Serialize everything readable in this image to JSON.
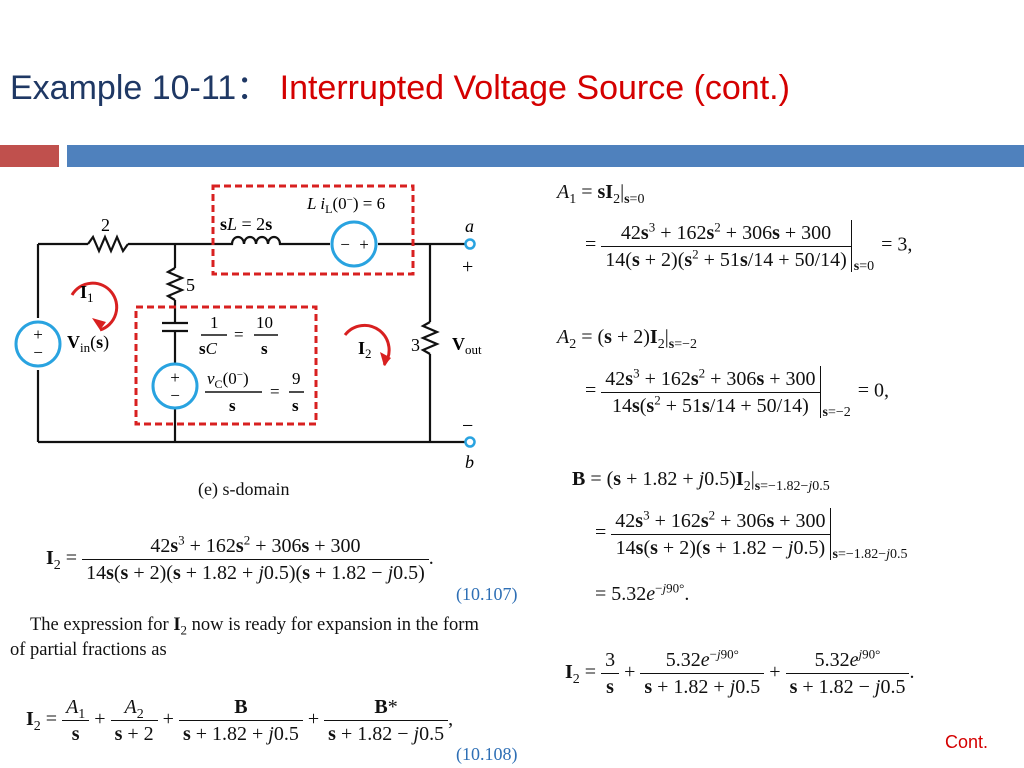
{
  "title": {
    "prefix": "Example 10-11：",
    "main": "Interrupted Voltage Source (cont.)"
  },
  "figure": {
    "caption": "(e) s-domain",
    "labels": {
      "r1": "2",
      "r2": "5",
      "r3": "3",
      "inductor": "sL = 2s",
      "il_source": "L i_L(0⁻) = 6",
      "cap": "1/sC = 10/s",
      "vc_source": "v_C(0⁻)/s = 9/s",
      "vin": "V_in(s)",
      "vout": "V_out",
      "i1": "I1",
      "i2": "I2",
      "node_a": "a",
      "node_b": "b",
      "plus": "+",
      "minus": "−"
    }
  },
  "equations": {
    "i2_expr": "I2 = (42s³ + 162s² + 306s + 300) / (14s(s + 2)(s + 1.82 + j0.5)(s + 1.82 − j0.5))",
    "eq_107": "(10.107)",
    "paragraph": "The expression for I2 now is ready for expansion in the form of partial fractions as",
    "eq_108": "(10.108)",
    "partial": "I2 = A1/s + A2/(s+2) + B/(s + 1.82 + j0.5) + B*/(s + 1.82 − j0.5)",
    "a1_def": "A1 = sI2|s=0",
    "a1_eval": "(42s³ + 162s² + 306s + 300)/(14(s + 2)(s² + 51s/14 + 50/14))|s=0 = 3,",
    "a1_result": "= 3,",
    "a2_def": "A2 = (s + 2)I2|s=−2",
    "a2_eval": "(42s³ + 162s² + 306s + 300)/(14s(s² + 51s/14 + 50/14))|s=−2 = 0,",
    "a2_result": "= 0,",
    "b_def": "B = (s + 1.82 + j0.5)I2|s=−1.82−j0.5",
    "b_eval": "(42s³ + 162s² + 306s + 300)/(14s(s + 2)(s + 1.82 − j0.5))|s=−1.82−j0.5",
    "b_result": "= 5.32e^(−j90°).",
    "final": "I2 = 3/s + 5.32e^(−j90°)/(s + 1.82 + j0.5) + 5.32e^(j90°)/(s + 1.82 − j0.5)."
  },
  "footer": {
    "cont": "Cont."
  },
  "colors": {
    "title_blue": "#1f3864",
    "title_red": "#d40000",
    "accent_bar_red": "#c0504d",
    "accent_bar_blue": "#4f81bd",
    "circuit_red": "#d82020",
    "source_blue": "#29a3e0",
    "eq_blue": "#2e6fb5"
  }
}
